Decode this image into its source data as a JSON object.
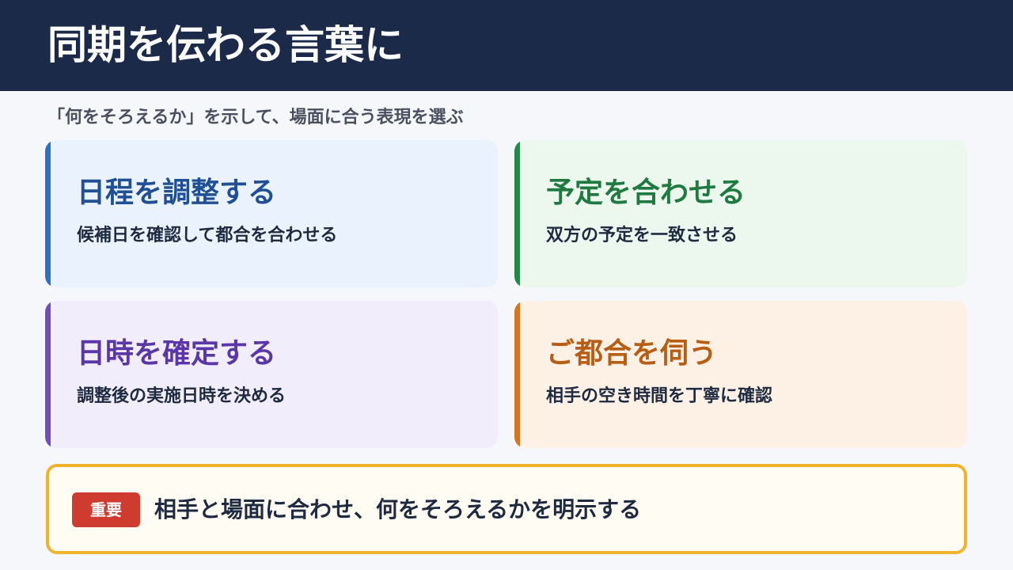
{
  "header": {
    "title": "同期を伝わる言葉に"
  },
  "subtitle": "「何をそろえるか」を示して、場面に合う表現を選ぶ",
  "cards": [
    {
      "title": "日程を調整する",
      "description": "候補日を確認して都合を合わせる",
      "accent_color": "#2f6fc8"
    },
    {
      "title": "予定を合わせる",
      "description": "双方の予定を一致させる",
      "accent_color": "#218a4b"
    },
    {
      "title": "日時を確定する",
      "description": "調整後の実施日時を決める",
      "accent_color": "#6f4cc0"
    },
    {
      "title": "ご都合を伺う",
      "description": "相手の空き時間を丁寧に確認",
      "accent_color": "#d9741e"
    }
  ],
  "note": {
    "badge": "重要",
    "text": "相手と場面に合わせ、何をそろえるかを明示する",
    "border_color": "#efb42c",
    "badge_color": "#cf3b2e"
  }
}
